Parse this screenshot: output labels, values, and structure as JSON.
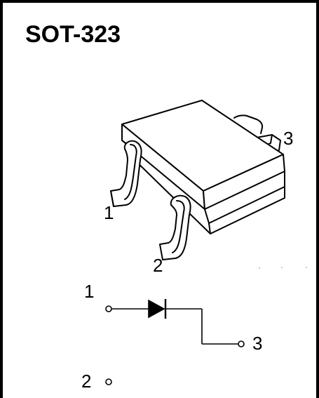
{
  "title": "SOT-323",
  "package": {
    "pin_labels": [
      "1",
      "2",
      "3"
    ]
  },
  "schematic": {
    "pin_labels": [
      "1",
      "2",
      "3"
    ],
    "symbol": "diode-icon"
  },
  "colors": {
    "line": "#000000",
    "background": "#ffffff",
    "border": "#000000"
  }
}
